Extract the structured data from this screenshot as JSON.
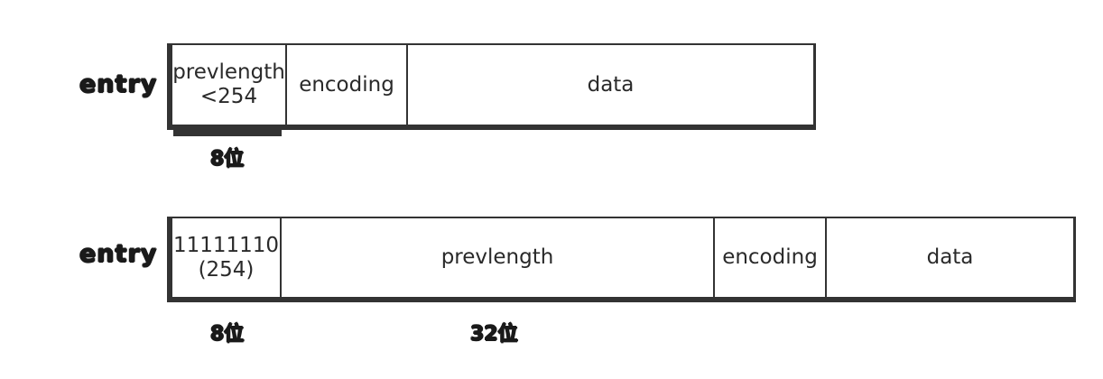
{
  "row1": {
    "label": "entry",
    "cells": [
      "prevlength\n<254",
      "encoding",
      "data"
    ],
    "size_label": "8位"
  },
  "row2": {
    "label": "entry",
    "cells": [
      "11111110\n(254)",
      "prevlength",
      "encoding",
      "data"
    ],
    "size_labels": [
      "8位",
      "32位"
    ]
  }
}
